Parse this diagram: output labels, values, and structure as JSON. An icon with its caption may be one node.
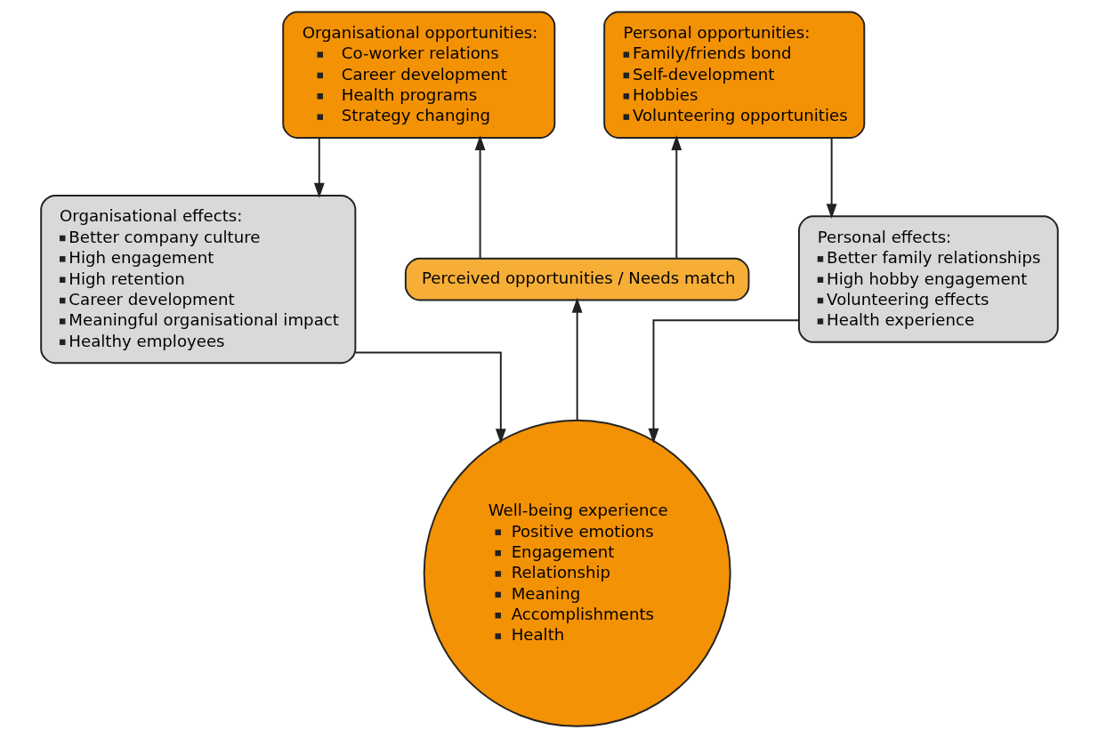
{
  "diagram": {
    "nodes": [
      {
        "text": [
          "Organisational opportunities:",
          "Co-worker relations",
          "Career development",
          "Health programs",
          "Strategy changing"
        ]
      },
      {
        "text": [
          "Personal opportunities:",
          "Family/friends bond",
          "Self-development",
          "Hobbies",
          "Volunteering opportunities"
        ]
      },
      {
        "text": [
          "Organisational effects:",
          "Better company culture",
          "High engagement",
          "High retention",
          "Career development",
          "Meaningful organisational impact",
          "Healthy employees"
        ]
      },
      {
        "text": [
          "Perceived opportunities / Needs match"
        ]
      },
      {
        "text": [
          "Personal effects:",
          "Better family relationships",
          "High hobby engagement",
          "Volunteering effects",
          "Health experience"
        ]
      },
      {
        "text": [
          "Well-being experience",
          "Positive emotions",
          "Engagement",
          "Relationship",
          "Meaning",
          "Accomplishments",
          "Health"
        ]
      }
    ],
    "edges": [
      {
        "from": 3,
        "to": 0,
        "arrow": "to"
      },
      {
        "from": 3,
        "to": 1,
        "arrow": "to"
      },
      {
        "from": 5,
        "to": 3,
        "arrow": "to"
      },
      {
        "from": 0,
        "to": 2,
        "arrow": "to"
      },
      {
        "from": 1,
        "to": 4,
        "arrow": "to"
      },
      {
        "from": 2,
        "to": 5,
        "arrow": "to"
      },
      {
        "from": 4,
        "to": 5,
        "arrow": "to"
      }
    ]
  }
}
